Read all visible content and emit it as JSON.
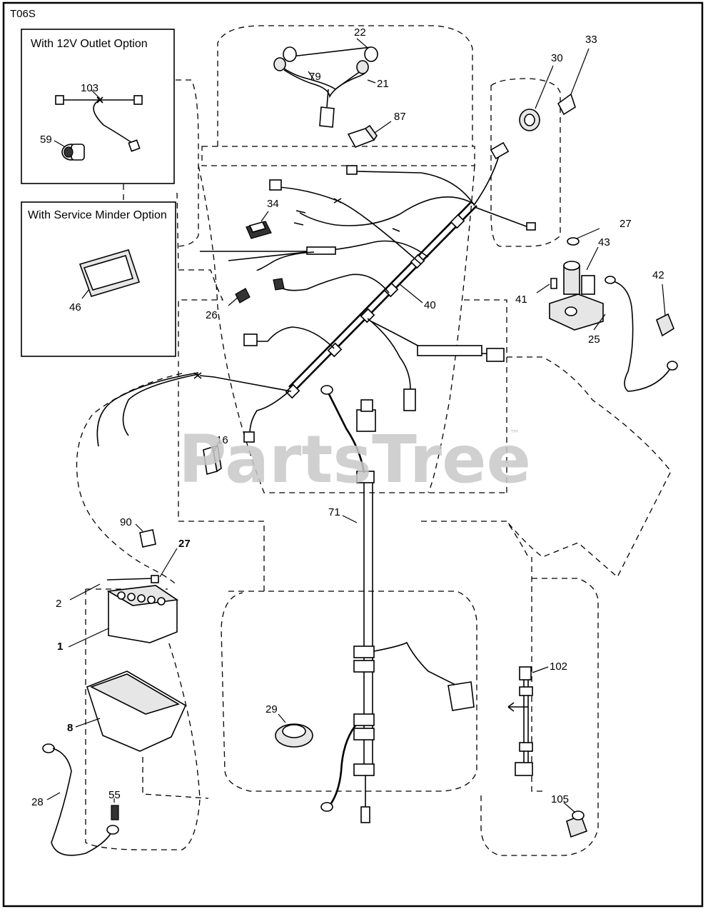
{
  "diagram_code": "T06S",
  "watermark": "PartsTree",
  "watermark_tm": "™",
  "inset_12v": {
    "title": "With 12V Outlet Option",
    "callouts": [
      "103",
      "59"
    ]
  },
  "inset_service": {
    "title": "With Service Minder Option",
    "callouts": [
      "46"
    ]
  },
  "callouts": {
    "c1": "1",
    "c2": "2",
    "c8": "8",
    "c16": "16",
    "c21": "21",
    "c22": "22",
    "c25": "25",
    "c26": "26",
    "c27a": "27",
    "c27b": "27",
    "c28": "28",
    "c29": "29",
    "c30": "30",
    "c33": "33",
    "c34": "34",
    "c40": "40",
    "c41": "41",
    "c42": "42",
    "c43": "43",
    "c55": "55",
    "c71": "71",
    "c79": "79",
    "c87": "87",
    "c90": "90",
    "c102": "102",
    "c105": "105"
  }
}
